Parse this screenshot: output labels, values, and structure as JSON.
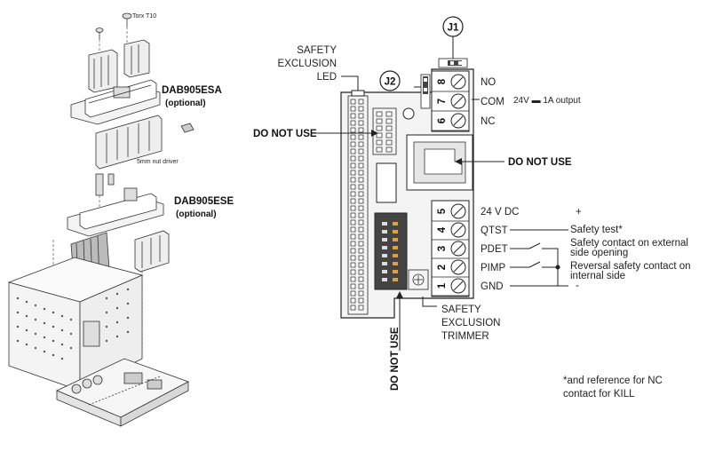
{
  "exploded_view": {
    "torx_label": "Torx T10",
    "dab905esa_title": "DAB905ESA",
    "dab905esa_optional": "(optional)",
    "nut_driver_label": "5mm nut driver",
    "dab905ese_title": "DAB905ESE",
    "dab905ese_optional": "(optional)"
  },
  "board": {
    "safety_led_line1": "SAFETY",
    "safety_led_line2": "EXCLUSION",
    "safety_led_line3": "LED",
    "j1_label": "J1",
    "j2_label": "J2",
    "do_not_use_left": "DO NOT USE",
    "do_not_use_right": "DO NOT USE",
    "do_not_use_vertical": "DO NOT USE",
    "trimmer_line1": "SAFETY",
    "trimmer_line2": "EXCLUSION",
    "trimmer_line3": "TRIMMER",
    "output_note": "24V ▬ 1A output",
    "relay_terminals": [
      {
        "number": "8",
        "label": "NO"
      },
      {
        "number": "7",
        "label": "COM"
      },
      {
        "number": "6",
        "label": "NC"
      }
    ],
    "input_terminals": [
      {
        "number": "5",
        "label": "24 V DC",
        "desc": "+"
      },
      {
        "number": "4",
        "label": "QTST",
        "desc": "Safety test*"
      },
      {
        "number": "3",
        "label": "PDET",
        "desc": "Safety contact on external",
        "desc2": "side opening"
      },
      {
        "number": "2",
        "label": "PIMP",
        "desc": "Reversal safety contact on",
        "desc2": "internal side"
      },
      {
        "number": "1",
        "label": "GND",
        "desc": "-"
      }
    ],
    "footnote_line1": "*and reference for NC",
    "footnote_line2": "contact for KILL"
  }
}
